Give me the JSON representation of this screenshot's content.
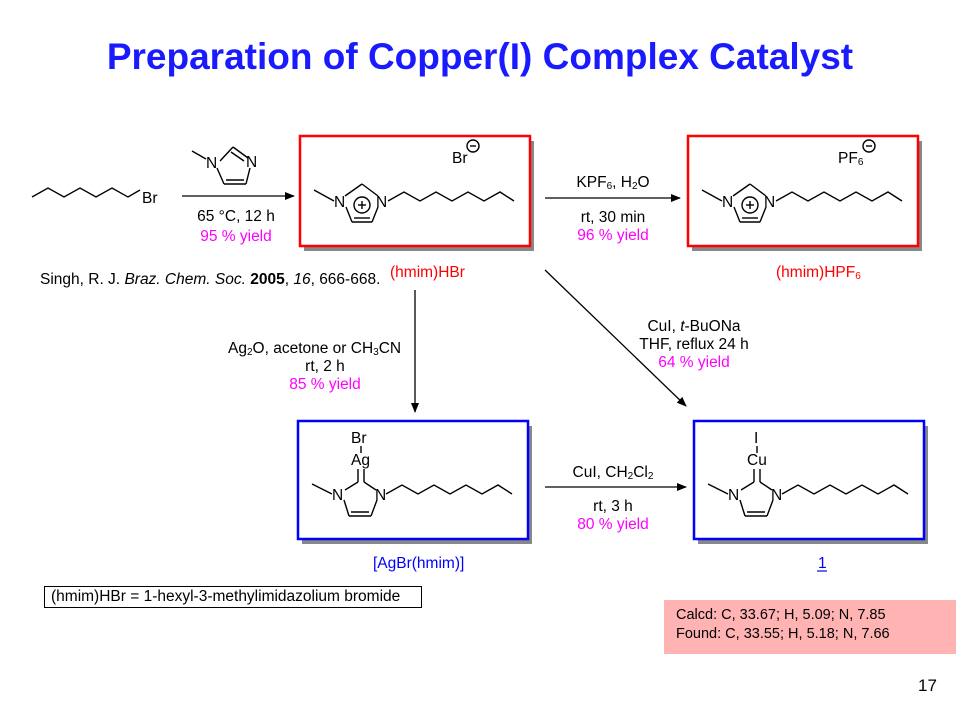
{
  "title": "Preparation of Copper(I) Complex Catalyst",
  "colors": {
    "title": "#1a1aff",
    "red_frame": "#ff0000",
    "blue_frame": "#0000ff",
    "highlight": "#ff00ff",
    "calc_box": "#ffb3b3"
  },
  "reagents": {
    "methylimidazole": {
      "n1": "N",
      "n3": "N"
    },
    "hexyl_bromide": {
      "br": "Br"
    }
  },
  "step1": {
    "conditions": "65 °C, 12 h",
    "yield": "95 % yield"
  },
  "step2": {
    "reagent_main": "KPF",
    "reagent_sub": "6",
    "reagent_rest": ", H",
    "reagent_sub2": "2",
    "reagent_end": "O",
    "conditions": "rt, 30 min",
    "yield": "96 % yield"
  },
  "step3": {
    "line1": "Ag",
    "line1_sub": "2",
    "line1_rest": "O, acetone or CH",
    "line1_sub2": "3",
    "line1_end": "CN",
    "conditions": "rt, 2 h",
    "yield": "85 % yield"
  },
  "step4": {
    "line1a": "CuI, ",
    "line1b": "t",
    "line1c": "-BuONa",
    "line2": "THF, reflux 24 h",
    "yield": "64 % yield"
  },
  "step5": {
    "reagent_main": "CuI, CH",
    "reagent_sub": "2",
    "reagent_rest": "Cl",
    "reagent_sub2": "2",
    "conditions": "rt, 3 h",
    "yield": "80 % yield"
  },
  "compounds": {
    "hmim_hbr": {
      "label": "(hmim)HBr",
      "anion": "Br",
      "n1": "N",
      "n3": "N"
    },
    "hmim_hpf6": {
      "label": "(hmim)HPF",
      "label_sub": "6",
      "anion": "PF",
      "anion_sub": "6",
      "n1": "N",
      "n3": "N"
    },
    "ag_complex": {
      "label": "[AgBr(hmim)]",
      "br": "Br",
      "metal": "Ag",
      "n1": "N",
      "n3": "N"
    },
    "cu_complex": {
      "label": "1",
      "i": "I",
      "metal": "Cu",
      "n1": "N",
      "n3": "N"
    }
  },
  "reference": {
    "authors": "Singh, R. J. ",
    "journal": "Braz. Chem. Soc.",
    "year": "2005",
    "volume": "16",
    "pages": ", 666-668."
  },
  "definition": "(hmim)HBr = 1-hexyl-3-methylimidazolium bromide",
  "analysis": {
    "calcd": "Calcd: C, 33.67; H, 5.09; N, 7.85",
    "found": "Found: C, 33.55; H, 5.18; N, 7.66"
  },
  "page_number": "17"
}
